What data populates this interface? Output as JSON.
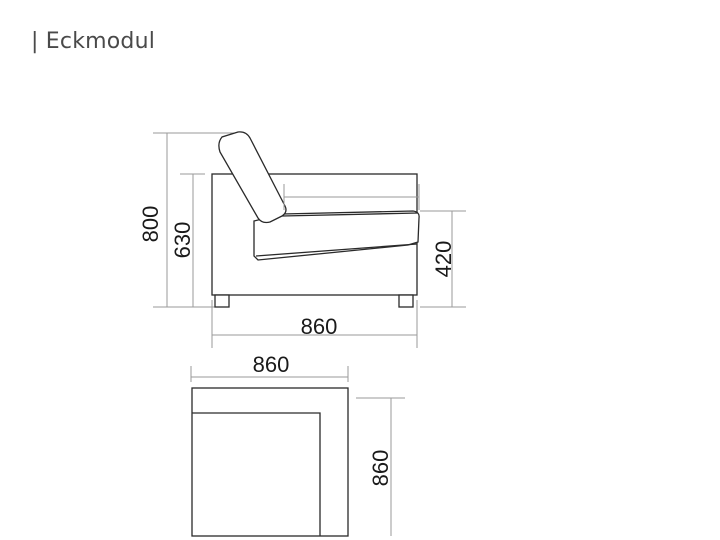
{
  "title": "| Eckmodul",
  "side_view": {
    "dimensions": {
      "total_height": "800",
      "back_height": "630",
      "seat_height": "420",
      "depth": "860"
    }
  },
  "top_view": {
    "dimensions": {
      "width": "860",
      "depth": "860"
    }
  }
}
